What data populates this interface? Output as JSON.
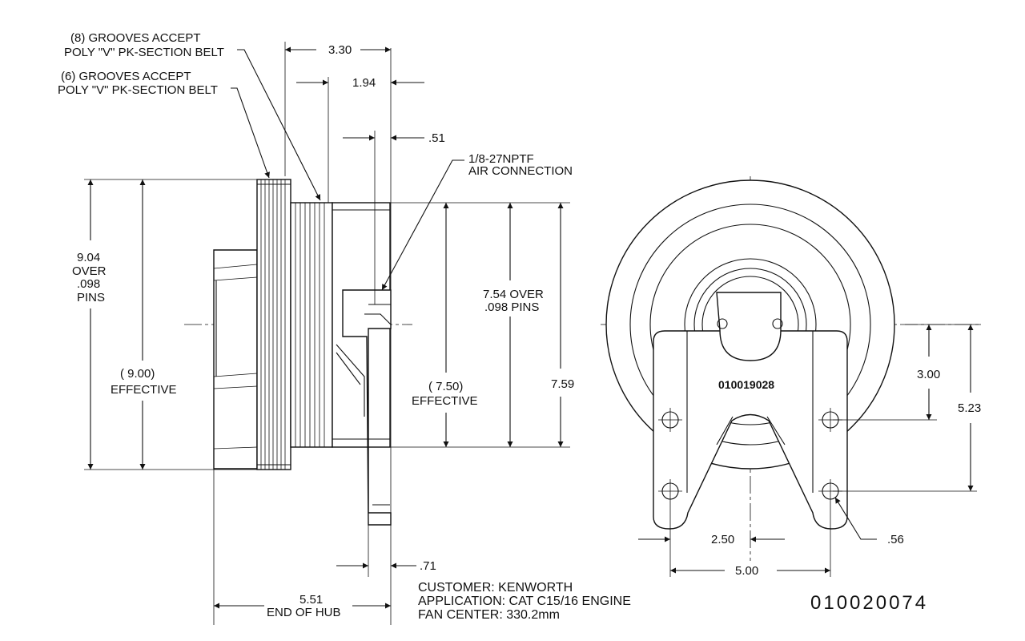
{
  "side_view": {
    "groove8_line1": "(8) GROOVES  ACCEPT",
    "groove8_line2": "POLY \"V\" PK-SECTION BELT",
    "groove6_line1": "(6) GROOVES  ACCEPT",
    "groove6_line2": "POLY \"V\" PK-SECTION BELT",
    "dim_330": "3.30",
    "dim_194": "1.94",
    "dim_051": ".51",
    "air_line1": "1/8-27NPTF",
    "air_line2": "AIR  CONNECTION",
    "large_pin_1": "9.04",
    "large_pin_2": "OVER",
    "large_pin_3": ".098",
    "large_pin_4": "PINS",
    "large_eff_1": "( 9.00)",
    "large_eff_2": "EFFECTIVE",
    "small_pin_1": "7.54  OVER",
    "small_pin_2": ".098 PINS",
    "small_eff_1": "( 7.50)",
    "small_eff_2": "EFFECTIVE",
    "dim_759": "7.59",
    "dim_071": ".71",
    "dim_551": "5.51",
    "end_of_hub": "END  OF  HUB"
  },
  "front_view": {
    "part_stamp": "010019028",
    "dim_300": "3.00",
    "dim_523": "5.23",
    "dim_250": "2.50",
    "dim_056": ".56",
    "dim_500": "5.00"
  },
  "info": {
    "customer": "CUSTOMER: KENWORTH",
    "application": "APPLICATION: CAT C15/16 ENGINE",
    "fan_center": "FAN CENTER: 330.2mm"
  },
  "part_number": "010020074"
}
